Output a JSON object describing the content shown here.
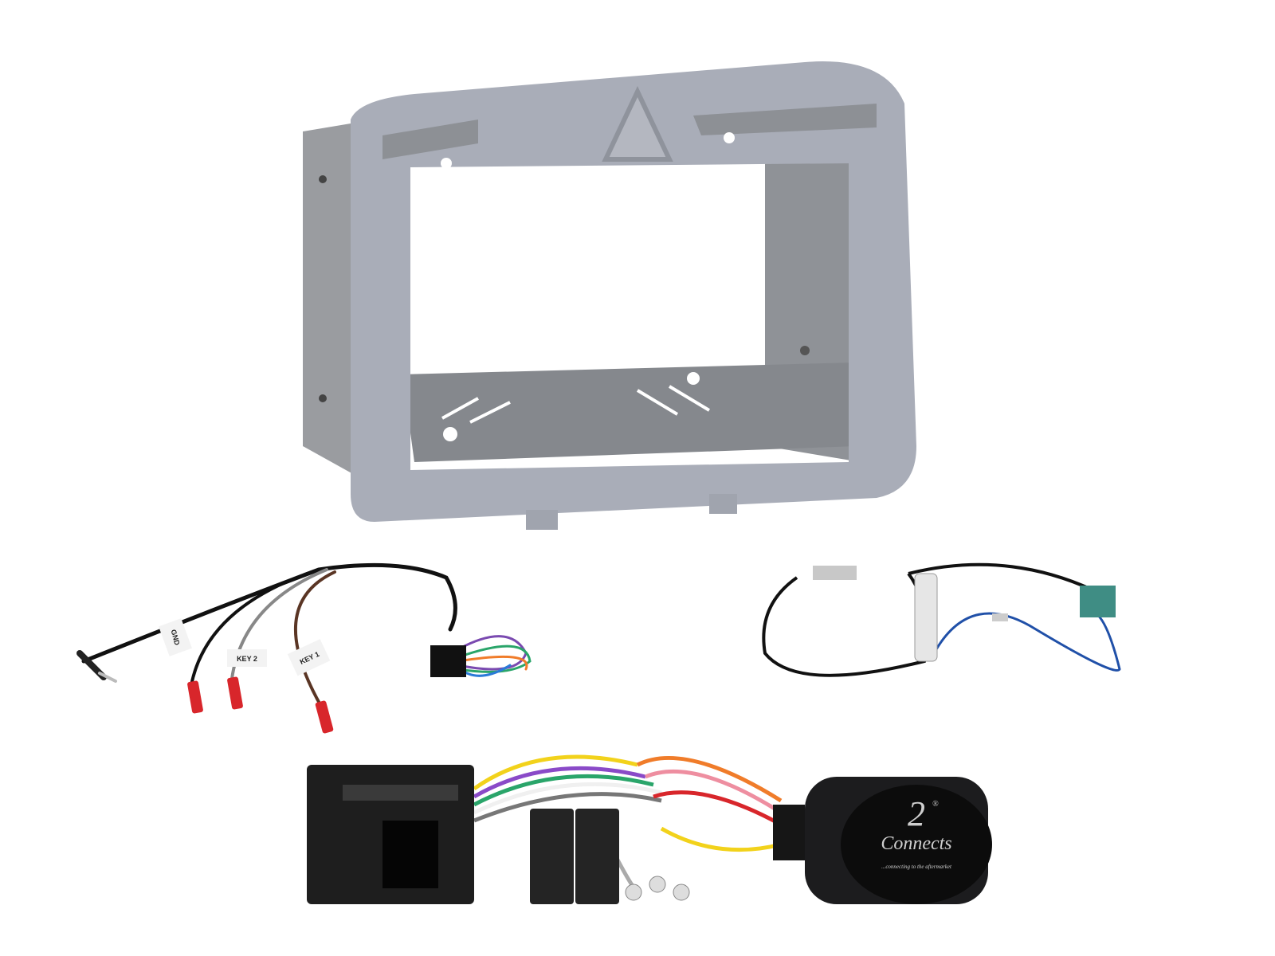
{
  "product": {
    "fascia_color": "#a9adb8",
    "cage_color": "#8e9196",
    "interface_color": "#1c1c1e"
  },
  "steering_lead": {
    "labels": [
      "GND",
      "KEY 2",
      "KEY 1"
    ],
    "connector_color": "#d8262b"
  },
  "interface_box": {
    "logo_mark": "2",
    "logo_word": "Connects",
    "registered": "®",
    "tagline": "...connecting to the aftermarket"
  },
  "antenna_adapter": {
    "connector_color": "#3f8d84"
  }
}
